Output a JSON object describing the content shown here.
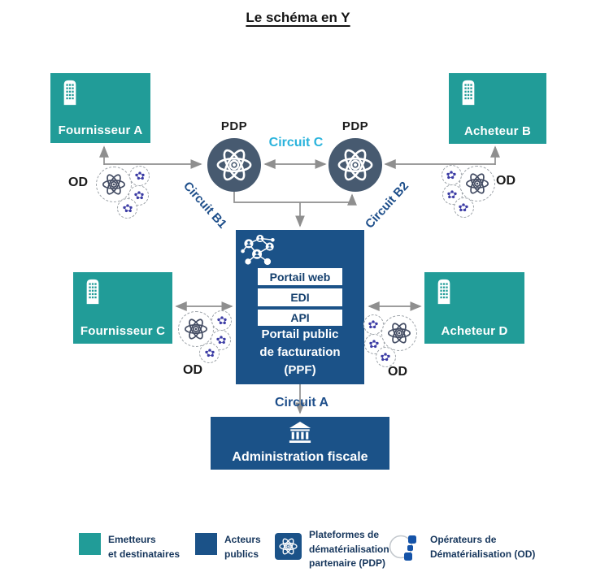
{
  "title": "Le schéma en Y",
  "nodes": {
    "fournisseur_a": "Fournisseur A",
    "acheteur_b": "Acheteur B",
    "fournisseur_c": "Fournisseur C",
    "acheteur_d": "Acheteur D",
    "pdp_label": "PDP",
    "administration": "Administration fiscale"
  },
  "ppf": {
    "rows": [
      "Portail web",
      "EDI",
      "API"
    ],
    "caption": [
      "Portail public",
      "de facturation",
      "(PPF)"
    ]
  },
  "circuits": {
    "a": "Circuit A",
    "b1": "Circuit B1",
    "b2": "Circuit B2",
    "c": "Circuit C"
  },
  "od_label": "OD",
  "legend": {
    "items": [
      {
        "lines": [
          "Emetteurs",
          "et destinataires"
        ]
      },
      {
        "lines": [
          "Acteurs",
          "publics"
        ]
      },
      {
        "lines": [
          "Plateformes de",
          "dématérialisation",
          "partenaire (PDP)"
        ]
      },
      {
        "lines": [
          "Opérateurs de",
          "Dématérialisation (OD)"
        ]
      }
    ]
  },
  "colors": {
    "teal": "#219c98",
    "public_blue": "#1b5288",
    "pdp_slate": "#475a70",
    "circuit_cyan": "#2ab3dc",
    "circuit_navy": "#1d4e8a",
    "arrow_gray": "#8f8f8f",
    "od_purple": "#3d3da5"
  }
}
